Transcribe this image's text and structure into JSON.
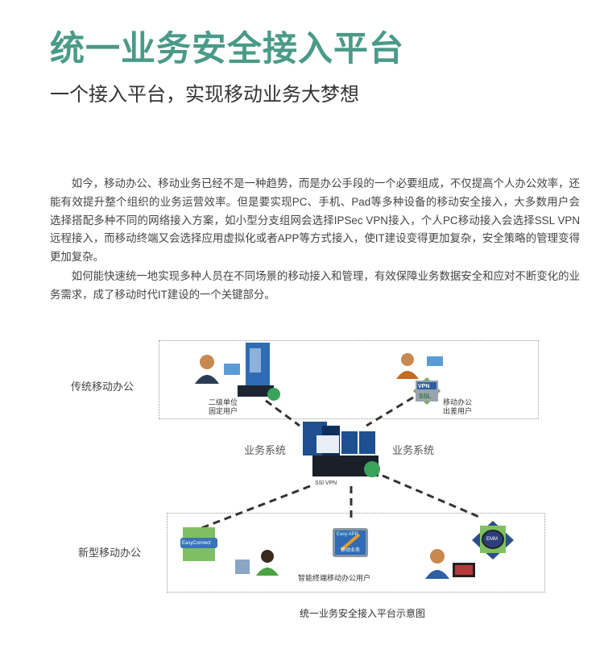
{
  "header": {
    "title": "统一业务安全接入平台",
    "subtitle": "一个接入平台，实现移动业务大梦想"
  },
  "body": {
    "paragraphs": [
      "如今，移动办公、移动业务已经不是一种趋势，而是办公手段的一个必要组成，不仅提高个人办公效率，还能有效提升整个组织的业务运营效率。但是要实现PC、手机、Pad等多种设备的移动安全接入，大多数用户会选择搭配多种不同的网络接入方案，如小型分支组网会选择IPSec VPN接入，个人PC移动接入会选择SSL VPN远程接入，而移动终端又会选择应用虚拟化或者APP等方式接入，使IT建设变得更加复杂，安全策略的管理变得更加复杂。",
      "如何能快速统一地实现多种人员在不同场景的移动接入和管理，有效保障业务数据安全和应对不断变化的业务需求，成了移动时代IT建设的一个关键部分。"
    ]
  },
  "diagram": {
    "traditional_label": "传统移动办公",
    "new_label": "新型移动办公",
    "branch_user_line1": "二级单位",
    "branch_user_line2": "固定用户",
    "mobile_user_line1": "移动办公",
    "mobile_user_line2": "出差用户",
    "biz_system_left": "业务系统",
    "biz_system_right": "业务系统",
    "gateway_label": "SSl VPN",
    "vpn_badge_top": "VPN",
    "vpn_badge_bottom": "SSL",
    "easyconnect_label": "EasyConnect",
    "easyapp_top": "Easy APP",
    "easyapp_bottom": "移动业务",
    "emm_label": "EMM",
    "smart_terminal_users": "智能终端移动办公用户",
    "caption": "统一业务安全接入平台示意图"
  }
}
